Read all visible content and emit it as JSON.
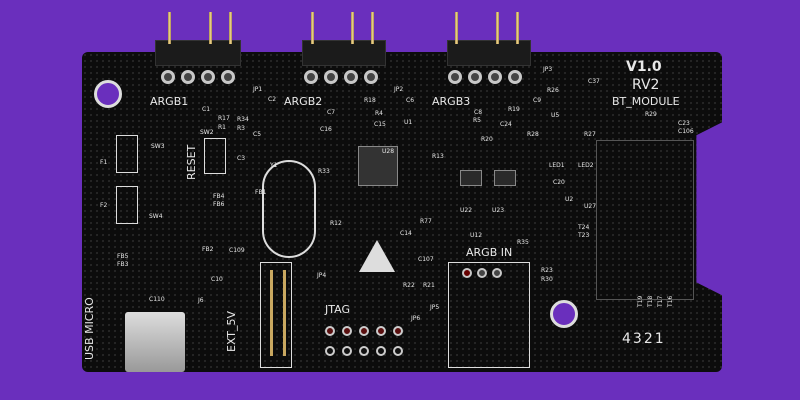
{
  "board": {
    "version": "V1.0",
    "revision": "RV2",
    "module": "BT_MODULE",
    "usb": "USB MICRO",
    "ext": "EXT_5V",
    "jtag": "JTAG",
    "argb_in": "ARGB IN",
    "reset": "RESET",
    "pinout": "4321",
    "headers": [
      "ARGB1",
      "ARGB2",
      "ARGB3"
    ],
    "labels": [
      "JP1",
      "JP2",
      "JP3",
      "JP4",
      "JP5",
      "JP6",
      "J6",
      "U1",
      "U2",
      "U5",
      "U12",
      "U22",
      "U23",
      "U27",
      "U28",
      "Y1",
      "SW2",
      "SW3",
      "SW4",
      "F1",
      "F2",
      "FB1",
      "FB2",
      "FB3",
      "FB4",
      "FB5",
      "FB6",
      "C1",
      "C2",
      "C3",
      "C5",
      "C6",
      "C7",
      "C8",
      "C9",
      "C10",
      "C109",
      "C110",
      "C14",
      "C15",
      "C16",
      "C20",
      "C23",
      "C24",
      "C37",
      "C106",
      "C107",
      "R1",
      "R3",
      "R4",
      "R5",
      "R12",
      "R13",
      "R17",
      "R18",
      "R19",
      "R20",
      "R21",
      "R22",
      "R23",
      "R26",
      "R27",
      "R28",
      "R29",
      "R30",
      "R33",
      "R34",
      "R35",
      "R77",
      "LED1",
      "LED2",
      "T16",
      "T17",
      "T18",
      "T19",
      "T23",
      "T24"
    ]
  },
  "colors": {
    "background": "#6a2fbd",
    "pcb": "#0c0c0c",
    "silkscreen": "#e8e8e8"
  }
}
